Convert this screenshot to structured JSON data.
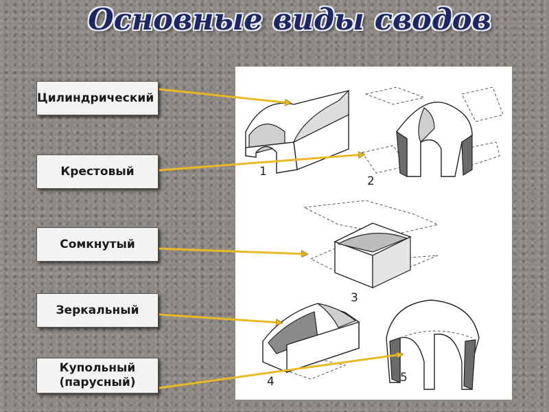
{
  "title": "Основные виды сводов",
  "labels": [
    {
      "id": "cylindrical",
      "text": "Цилиндрический"
    },
    {
      "id": "cross",
      "text": "Крестовый"
    },
    {
      "id": "closed",
      "text": "Сомкнутый"
    },
    {
      "id": "mirror",
      "text": "Зеркальный"
    },
    {
      "id": "dome",
      "text": "Купольный\n(парусный)"
    }
  ],
  "figure_numbers": [
    "1",
    "2",
    "3",
    "4",
    "5"
  ],
  "colors": {
    "title": "#1e2760",
    "arrow": "#e8b923",
    "panel": "#ffffff",
    "label_bg": "#f3f3f3"
  }
}
